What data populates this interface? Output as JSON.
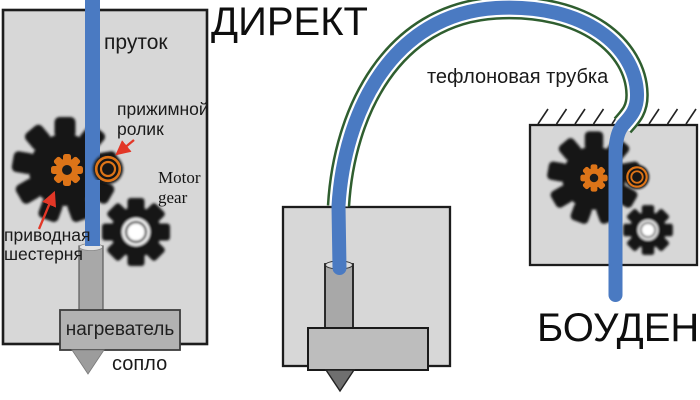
{
  "titles": {
    "direct": "ДИРЕКТ",
    "bowden": "БОУДЕН"
  },
  "labels": {
    "filament": "пруток",
    "idler_roller": "прижимной\nролик",
    "motor_gear": "Motor\ngear",
    "drive_gear": "приводная\nшестерня",
    "heater": "нагреватель",
    "nozzle": "сопло",
    "ptfe_tube": "тефлоновая трубка"
  },
  "colors": {
    "filament_blue": "#4a7ac2",
    "tube_green": "#2f5e2f",
    "gear_orange": "#dd7418",
    "arrow_red": "#e23727",
    "box_fill": "#d7d7d7",
    "box_border": "#1c1c1c",
    "metal_gray": "#a8a8a8",
    "heater_gray": "#b2b2b2",
    "nozzle_gray": "#9c9c9c",
    "gear_black": "#161616"
  }
}
